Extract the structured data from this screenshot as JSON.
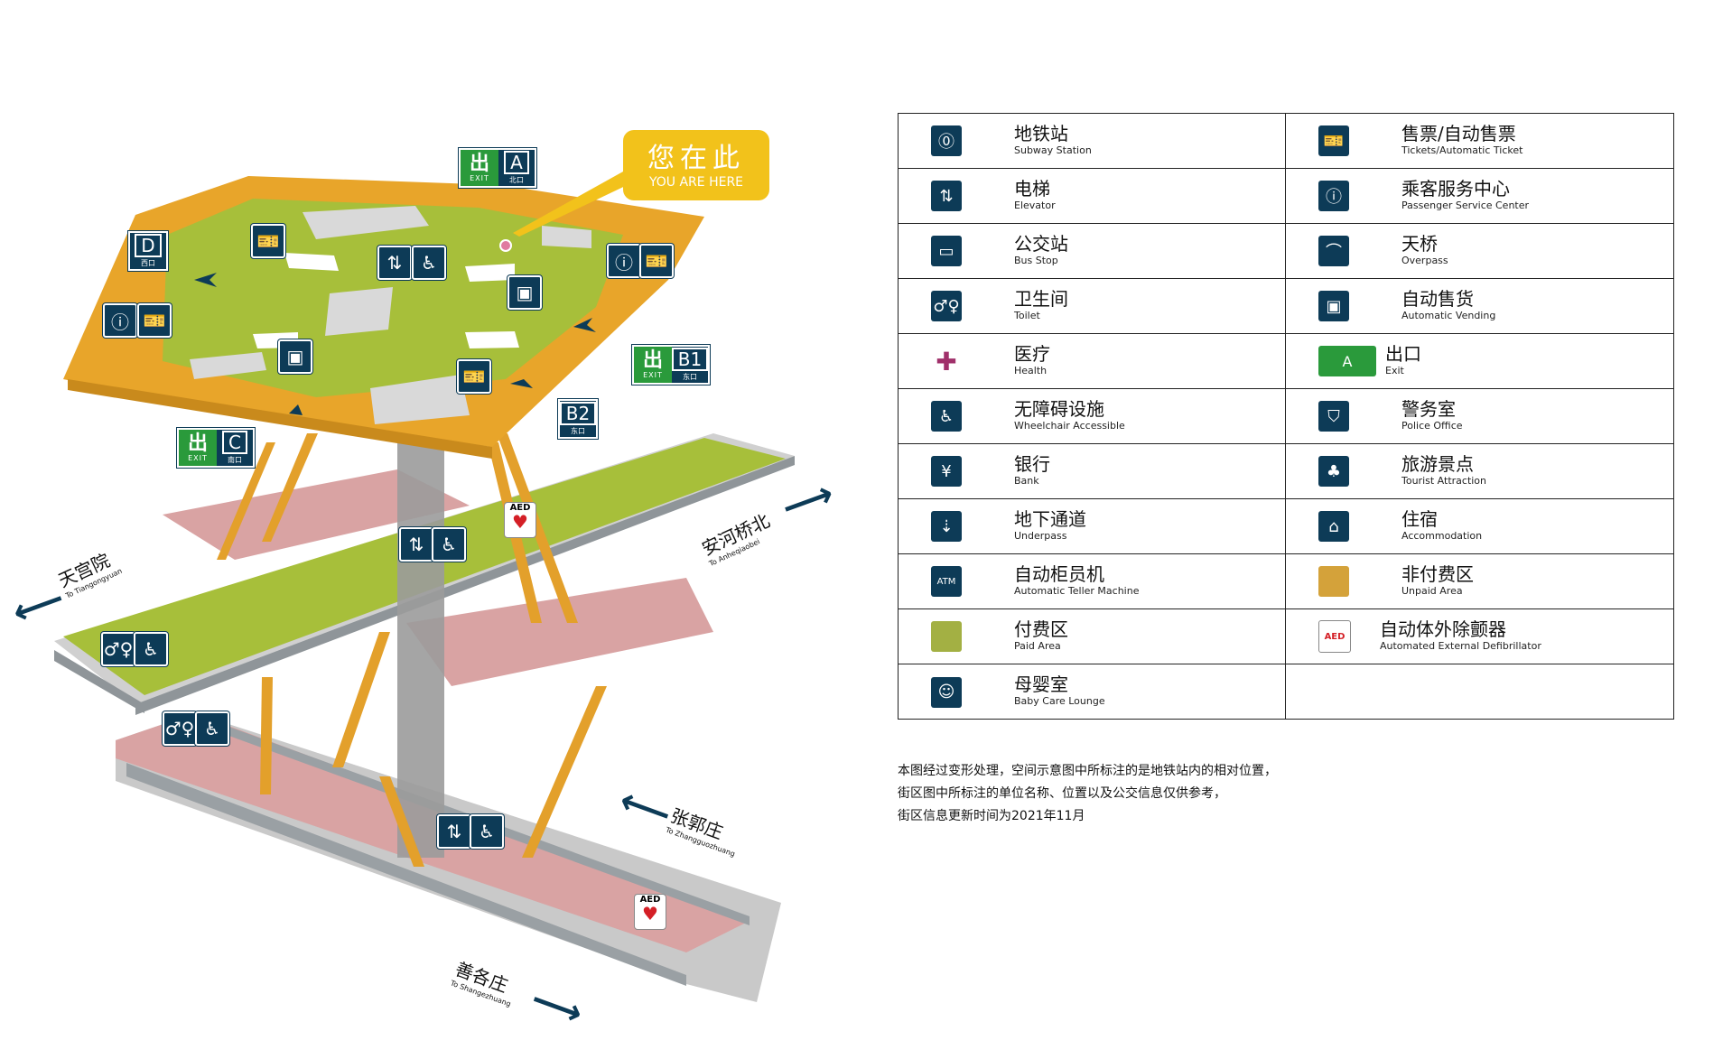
{
  "map": {
    "you_are_here": {
      "cn": "您在此",
      "en": "YOU ARE HERE"
    },
    "exits": [
      {
        "letter": "A",
        "cn": "北口",
        "exit_cn": "出",
        "exit_en": "EXIT"
      },
      {
        "letter": "B1",
        "cn": "东口",
        "exit_cn": "出",
        "exit_en": "EXIT"
      },
      {
        "letter": "B2",
        "cn": "东口"
      },
      {
        "letter": "C",
        "cn": "南口",
        "exit_cn": "出",
        "exit_en": "EXIT"
      },
      {
        "letter": "D",
        "cn": "西口"
      }
    ],
    "destinations": [
      {
        "cn": "天宫院",
        "en": "To Tiangongyuan"
      },
      {
        "cn": "安河桥北",
        "en": "To Anheqiaobei"
      },
      {
        "cn": "张郭庄",
        "en": "To Zhangguozhuang"
      },
      {
        "cn": "善各庄",
        "en": "To Shangezhuang"
      }
    ],
    "aed_label": "AED"
  },
  "legend": [
    {
      "cn": "地铁站",
      "en": "Subway Station",
      "icon": "subway-icon",
      "glyph": "⓪"
    },
    {
      "cn": "售票/自动售票",
      "en": "Tickets/Automatic Ticket",
      "icon": "ticket-icon",
      "glyph": "🎫"
    },
    {
      "cn": "电梯",
      "en": "Elevator",
      "icon": "elevator-icon",
      "glyph": "⇅"
    },
    {
      "cn": "乘客服务中心",
      "en": "Passenger Service Center",
      "icon": "service-center-icon",
      "glyph": "ⓘ"
    },
    {
      "cn": "公交站",
      "en": "Bus Stop",
      "icon": "bus-icon",
      "glyph": "▭"
    },
    {
      "cn": "天桥",
      "en": "Overpass",
      "icon": "overpass-icon",
      "glyph": "⌒"
    },
    {
      "cn": "卫生间",
      "en": "Toilet",
      "icon": "toilet-icon",
      "glyph": "♂♀"
    },
    {
      "cn": "自动售货",
      "en": "Automatic Vending",
      "icon": "vending-icon",
      "glyph": "▣"
    },
    {
      "cn": "医疗",
      "en": "Health",
      "icon": "health-icon",
      "glyph": "✚"
    },
    {
      "cn": "出口",
      "en": "Exit",
      "icon": "exit-icon",
      "glyph": "A"
    },
    {
      "cn": "无障碍设施",
      "en": "Wheelchair Accessible",
      "icon": "wheelchair-icon",
      "glyph": "♿"
    },
    {
      "cn": "警务室",
      "en": "Police Office",
      "icon": "police-icon",
      "glyph": "⛉"
    },
    {
      "cn": "银行",
      "en": "Bank",
      "icon": "bank-icon",
      "glyph": "¥"
    },
    {
      "cn": "旅游景点",
      "en": "Tourist Attraction",
      "icon": "tourist-icon",
      "glyph": "♣"
    },
    {
      "cn": "地下通道",
      "en": "Underpass",
      "icon": "underpass-icon",
      "glyph": "⇣"
    },
    {
      "cn": "住宿",
      "en": "Accommodation",
      "icon": "bed-icon",
      "glyph": "⌂"
    },
    {
      "cn": "自动柜员机",
      "en": "Automatic Teller Machine",
      "icon": "atm-icon",
      "glyph": "ATM"
    },
    {
      "cn": "非付费区",
      "en": "Unpaid Area",
      "icon": "unpaid-swatch",
      "color": "#d4a23a"
    },
    {
      "cn": "付费区",
      "en": "Paid Area",
      "icon": "paid-swatch",
      "color": "#a3b043"
    },
    {
      "cn": "自动体外除颤器",
      "en": "Automated External Defibrillator",
      "icon": "aed-icon",
      "glyph": "AED"
    },
    {
      "cn": "母婴室",
      "en": "Baby Care Lounge",
      "icon": "baby-care-icon",
      "glyph": "☺"
    }
  ],
  "note": [
    "本图经过变形处理，空间示意图中所标注的是地铁站内的相对位置，",
    "街区图中所标注的单位名称、位置以及公交信息仅供参考，",
    "街区信息更新时间为2021年11月"
  ],
  "colors": {
    "unpaid": "#e8a52a",
    "paid": "#a7bf3a",
    "platform": "#d9a3a3",
    "sign": "#0d3b57",
    "exit_green": "#2a9a3b",
    "you_are_here": "#f2c21b"
  }
}
